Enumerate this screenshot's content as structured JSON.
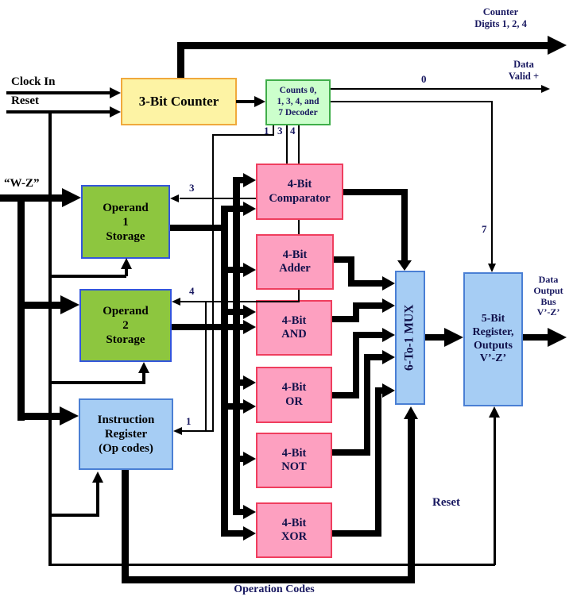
{
  "labels": {
    "clock_in": "Clock In",
    "reset": "Reset",
    "wz": "“W-Z”",
    "counter_digits": "Counter\nDigits 1, 2, 4",
    "data_valid": "Data\nValid +",
    "data_output": "Data\nOutput\nBus\nV’-Z’",
    "operation_codes": "Operation Codes",
    "reset_note": "Reset"
  },
  "blocks": {
    "counter": "3-Bit Counter",
    "decoder": "Counts 0,\n1, 3, 4, and\n7 Decoder",
    "operand1": "Operand\n1\nStorage",
    "operand2": "Operand\n2\nStorage",
    "instruction_register": "Instruction\nRegister\n(Op codes)",
    "comparator": "4-Bit\nComparator",
    "adder": "4-Bit\nAdder",
    "and": "4-Bit\nAND",
    "or": "4-Bit\nOR",
    "not": "4-Bit\nNOT",
    "xor": "4-Bit\nXOR",
    "mux": "6-To-1 MUX",
    "register": "5-Bit\nRegister,\nOutputs\nV’-Z’"
  },
  "wire_numbers": {
    "count0": "0",
    "count7": "7",
    "dec1": "1",
    "dec3": "3",
    "dec4": "4",
    "sel3": "3",
    "sel4": "4",
    "sel1": "1"
  },
  "colors": {
    "counter_fill": "#fdf3a4",
    "decoder_fill": "#ccffcc",
    "operand_fill": "#8dc63f",
    "alu_fill": "#fda0c0",
    "register_fill": "#a6cdf4",
    "wire": "#000000",
    "label_navy": "#181860"
  }
}
